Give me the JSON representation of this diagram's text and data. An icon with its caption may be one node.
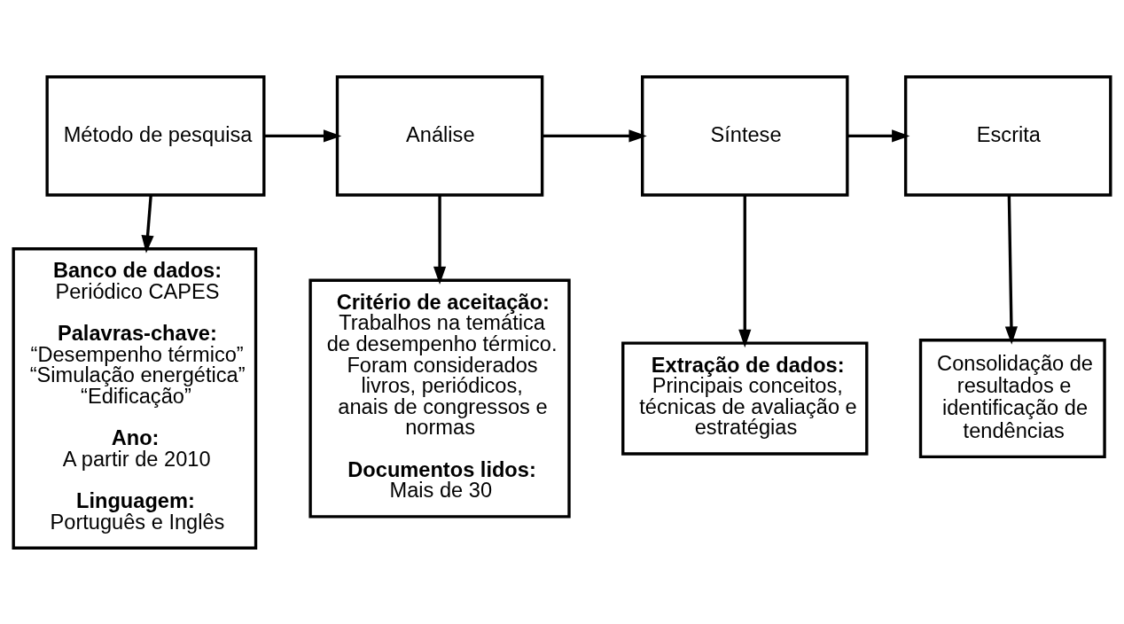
{
  "diagram": {
    "nodes": [
      {
        "text": [
          "Método de pesquisa"
        ]
      },
      {
        "text": [
          "Análise"
        ]
      },
      {
        "text": [
          "Síntese"
        ]
      },
      {
        "text": [
          "Escrita"
        ]
      },
      {
        "text": [
          "Banco de dados:",
          "Periódico CAPES",
          "Palavras-chave:",
          "“Desempenho térmico” “Simulação energética” “Edificação”",
          "Ano:",
          "A partir de 2010",
          "Linguagem:",
          "Português e Inglês"
        ]
      },
      {
        "text": [
          "Critério de aceitação:",
          "Trabalhos na temática de desempenho térmico. Foram considerados livros, periódicos, anais de congressos e normas",
          "Documentos lidos:",
          "Mais de 30"
        ]
      },
      {
        "text": [
          "Extração de dados:",
          "Principais conceitos, técnicas de avaliação e estratégias"
        ]
      },
      {
        "text": [
          "Consolidação de resultados e identificação de tendências"
        ]
      }
    ],
    "edges": [
      {
        "from": 0,
        "to": 1,
        "arrow": "to"
      },
      {
        "from": 1,
        "to": 2,
        "arrow": "to"
      },
      {
        "from": 2,
        "to": 3,
        "arrow": "to"
      },
      {
        "from": 0,
        "to": 4,
        "arrow": "to"
      },
      {
        "from": 1,
        "to": 5,
        "arrow": "to"
      },
      {
        "from": 2,
        "to": 6,
        "arrow": "to"
      },
      {
        "from": 3,
        "to": 7,
        "arrow": "to"
      }
    ]
  }
}
